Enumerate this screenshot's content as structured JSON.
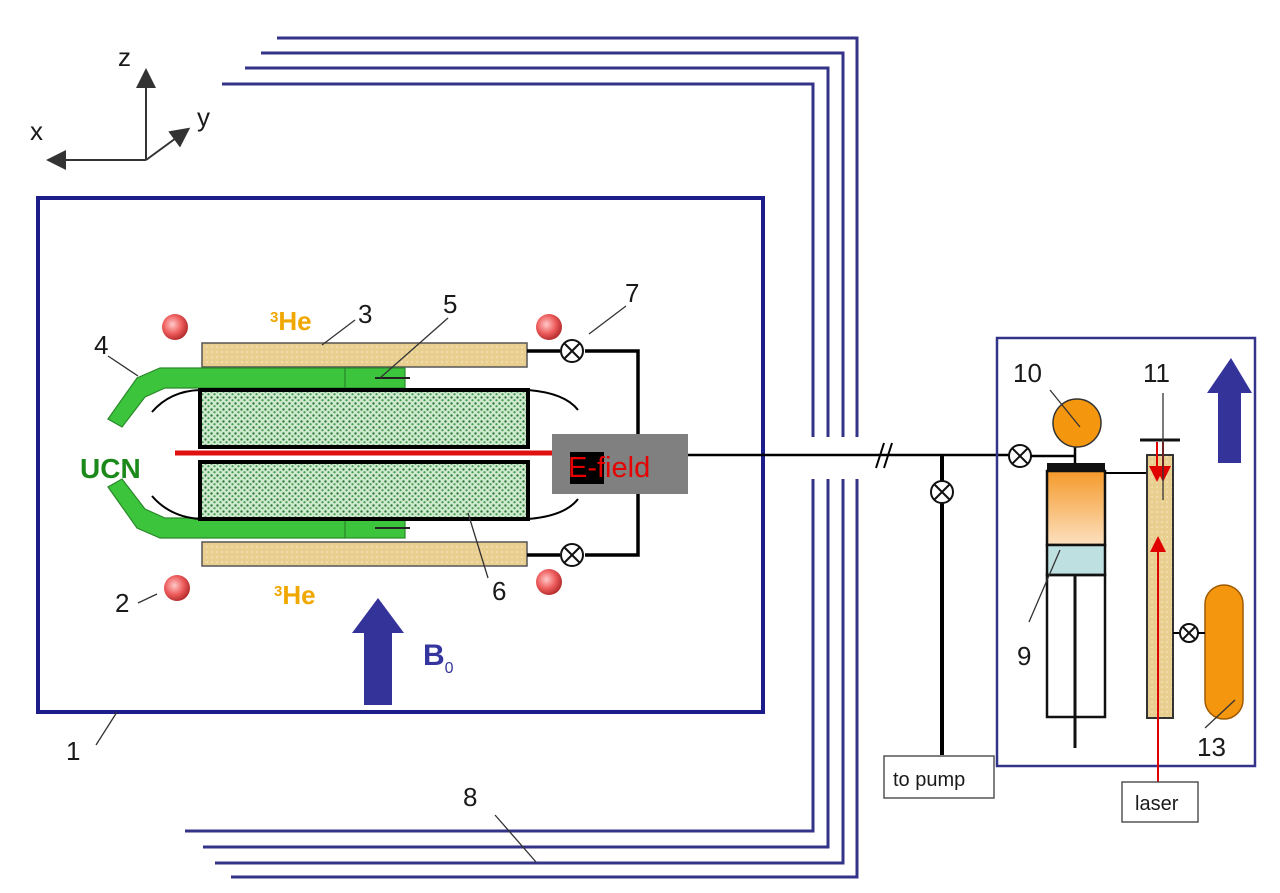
{
  "diagram": {
    "axes": {
      "x": "x",
      "y": "y",
      "z": "z"
    },
    "labels": {
      "he_top": {
        "sup": "3",
        "text": "He"
      },
      "he_bottom": {
        "sup": "3",
        "text": "He"
      },
      "ucn": "UCN",
      "efield": "E-field",
      "b0": {
        "main": "B",
        "sub": "0"
      },
      "to_pump": "to pump",
      "laser": "laser"
    },
    "numbers": {
      "n1": "1",
      "n2": "2",
      "n3": "3",
      "n4": "4",
      "n5": "5",
      "n6": "6",
      "n7": "7",
      "n8": "8",
      "n9": "9",
      "n10": "10",
      "n11": "11",
      "n13": "13"
    },
    "colors": {
      "shield_blue": "#33338a",
      "field_arrow": "#33339a",
      "cell_green": "#2f8a3c",
      "guide_green": "#3cc43c",
      "he_cell": "#e6c987",
      "sphere_red": "#e85050",
      "efield_red": "#e60000",
      "orange": "#f5960f"
    }
  }
}
